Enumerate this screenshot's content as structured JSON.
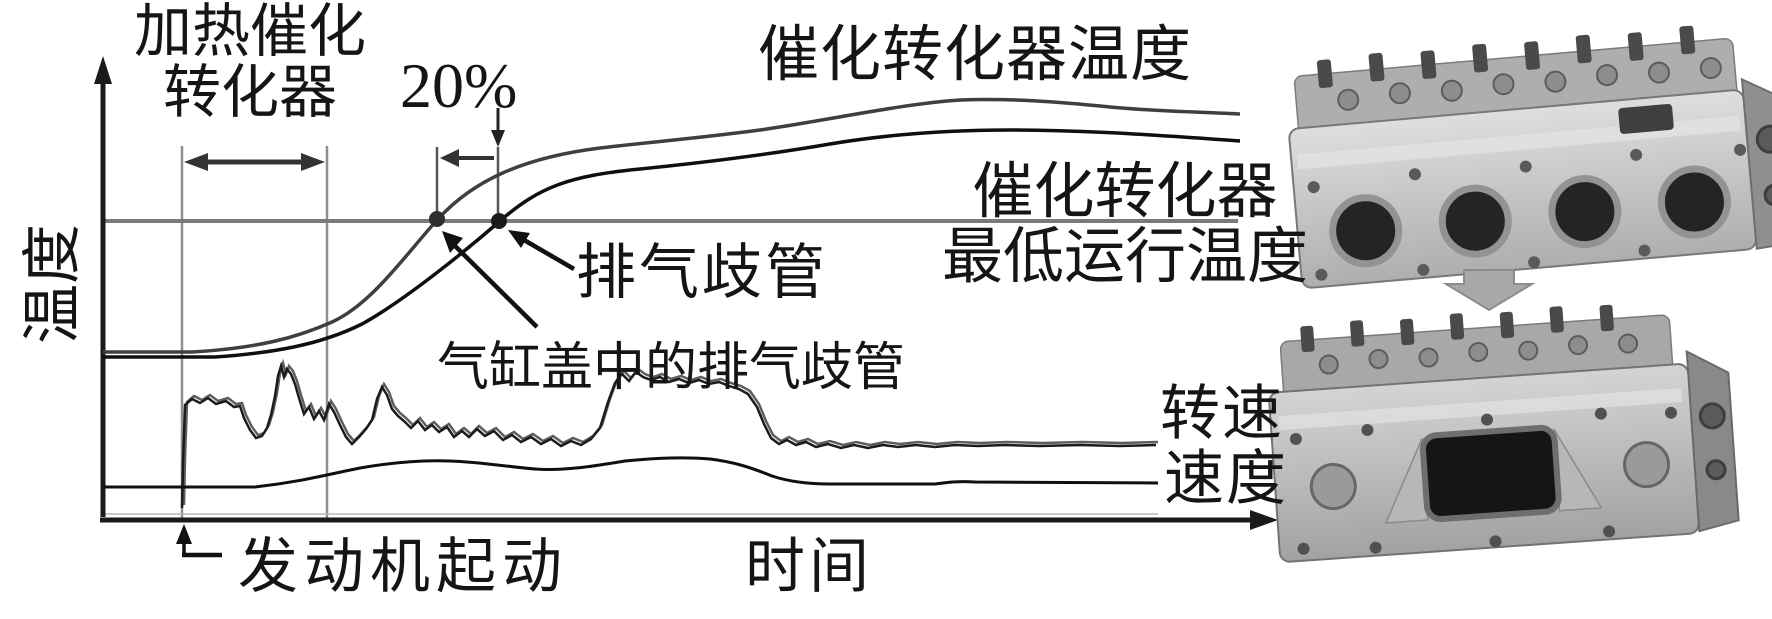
{
  "figure": {
    "axes": {
      "y_label": "温度",
      "x_label": "时间"
    },
    "annotations": {
      "heating_line1": "加热催化",
      "heating_line2": "转化器",
      "percent": "20%",
      "cat_temp": "催化转化器温度",
      "min_temp_line1": "催化转化器",
      "min_temp_line2": "最低运行温度",
      "manifold": "排气歧管",
      "integrated_manifold": "气缸盖中的排气歧管",
      "rpm": "转速",
      "speed": "速度",
      "engine_start": "发动机起动"
    },
    "icons": {
      "top_image": "cylinder-head-with-separate-exhaust-ports-render",
      "bottom_image": "cylinder-head-with-integrated-exhaust-manifold-render",
      "transition": "down-block-arrow"
    },
    "colors": {
      "curve_black": "#0f0f0f",
      "curve_gray": "#3f3f3f",
      "threshold_line": "#7a7a7a",
      "guide_line": "#8f8f8f",
      "block_arrow": "#a8a8a8",
      "background": "#ffffff"
    }
  },
  "chart_data": {
    "type": "line",
    "title": "",
    "xlabel": "时间",
    "ylabel": "温度",
    "numeric_ticks": false,
    "series": [
      {
        "name": "催化转化器温度 — 气缸盖中的排气歧管",
        "shape": "S形升温曲线，领先，较早越过最低运行温度（左侧交点）"
      },
      {
        "name": "催化转化器温度 — 排气歧管",
        "shape": "S形升温曲线，滞后，较晚越过最低运行温度（右侧交点）"
      },
      {
        "name": "转速",
        "shape": "发动机起动时跳升，随后波动，后段平稳"
      },
      {
        "name": "速度",
        "shape": "起步后缓慢起伏，后段平稳"
      }
    ],
    "reference_line": {
      "label": "催化转化器最低运行温度",
      "orientation": "horizontal"
    },
    "events": [
      {
        "label": "发动机起动",
        "type": "时间点标注"
      },
      {
        "label": "加热催化转化器",
        "type": "时间区间（双向箭头）"
      },
      {
        "label": "20%",
        "type": "达到最低运行温度时间缩短约20%"
      }
    ],
    "legend_position": "inline-annotations",
    "grid": false
  }
}
